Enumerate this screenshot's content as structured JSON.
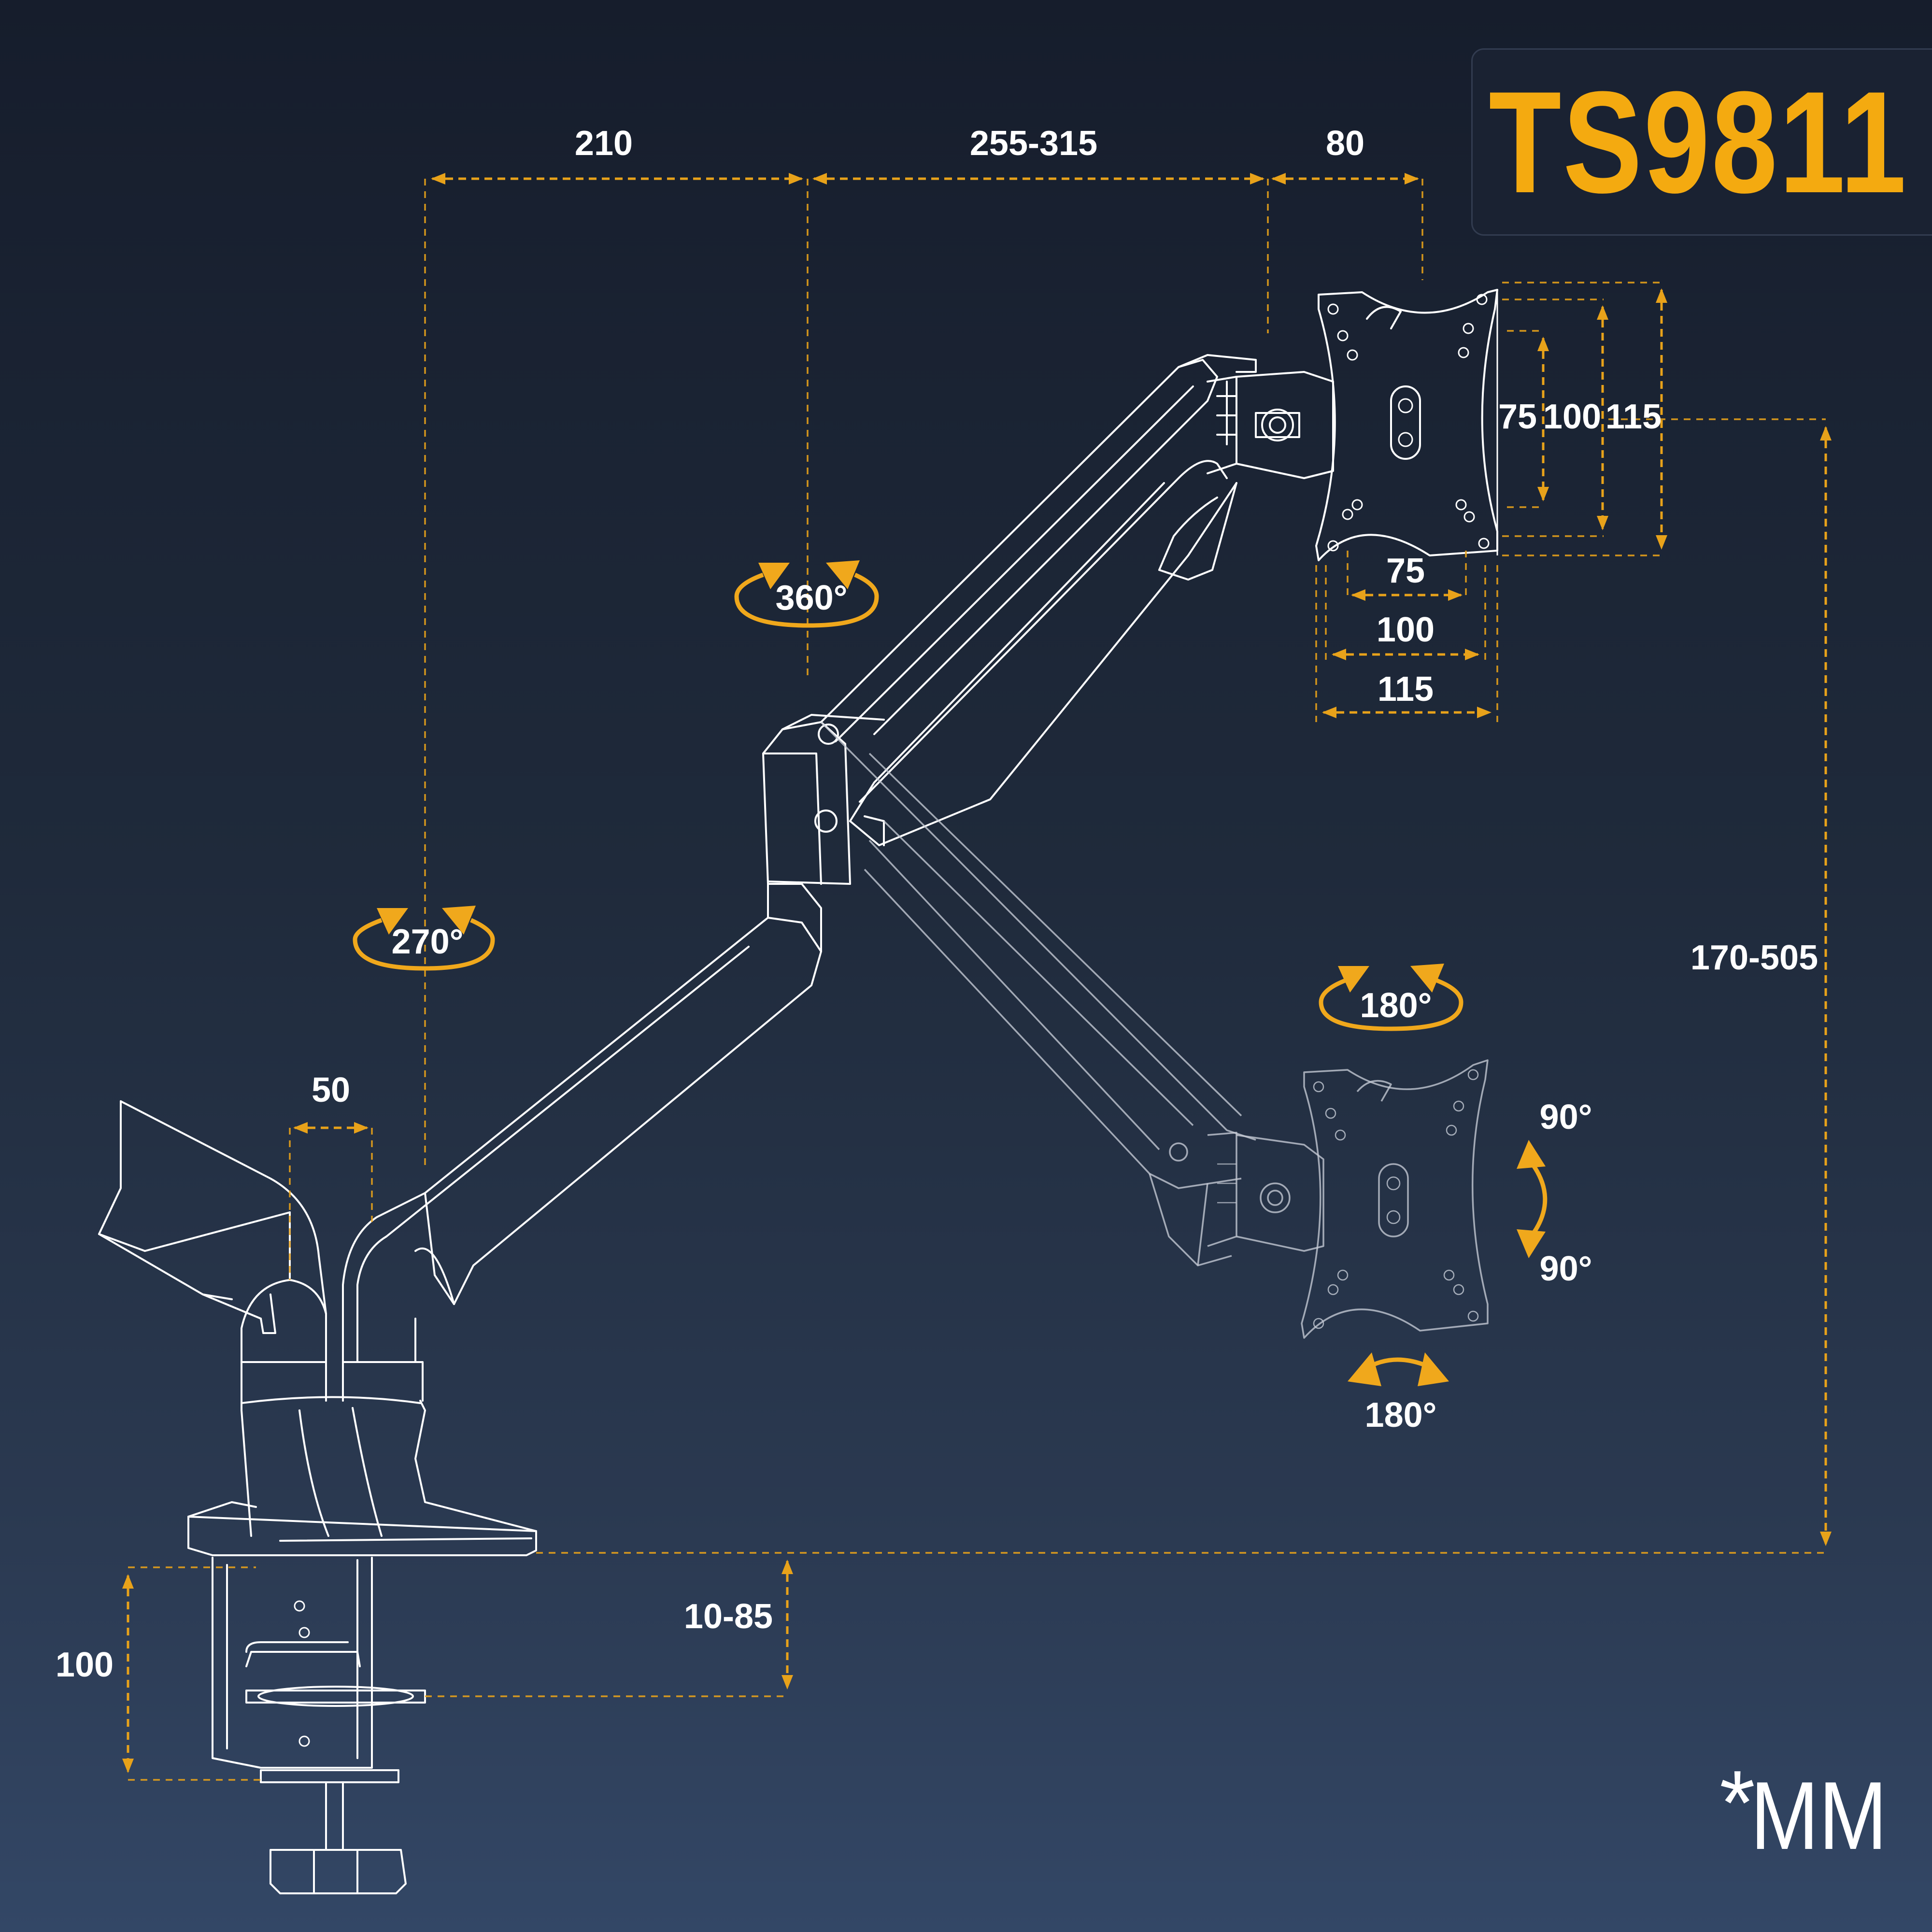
{
  "model": "TS9811",
  "unit_note": {
    "star": "*",
    "unit": "MM"
  },
  "dimensions": {
    "arm_segment_1": "210",
    "arm_segment_2": "255-315",
    "head_offset": "80",
    "vesa_v_75": "75",
    "vesa_v_100": "100",
    "vesa_v_115": "115",
    "vesa_h_75": "75",
    "vesa_h_100": "100",
    "vesa_h_115": "115",
    "height_range": "170-505",
    "post_spacing": "50",
    "clamp_height": "100",
    "desk_thickness": "10-85"
  },
  "rotations": {
    "base_swivel": "270°",
    "elbow_swivel": "360°",
    "head_swivel_top": "180°",
    "head_swivel_bottom": "180°",
    "tilt_up": "90°",
    "tilt_down": "90°"
  },
  "colors": {
    "accent": "#f0a81c",
    "line_art": "#ffffff",
    "background_top": "#161d2c",
    "background_bottom": "#334766"
  }
}
